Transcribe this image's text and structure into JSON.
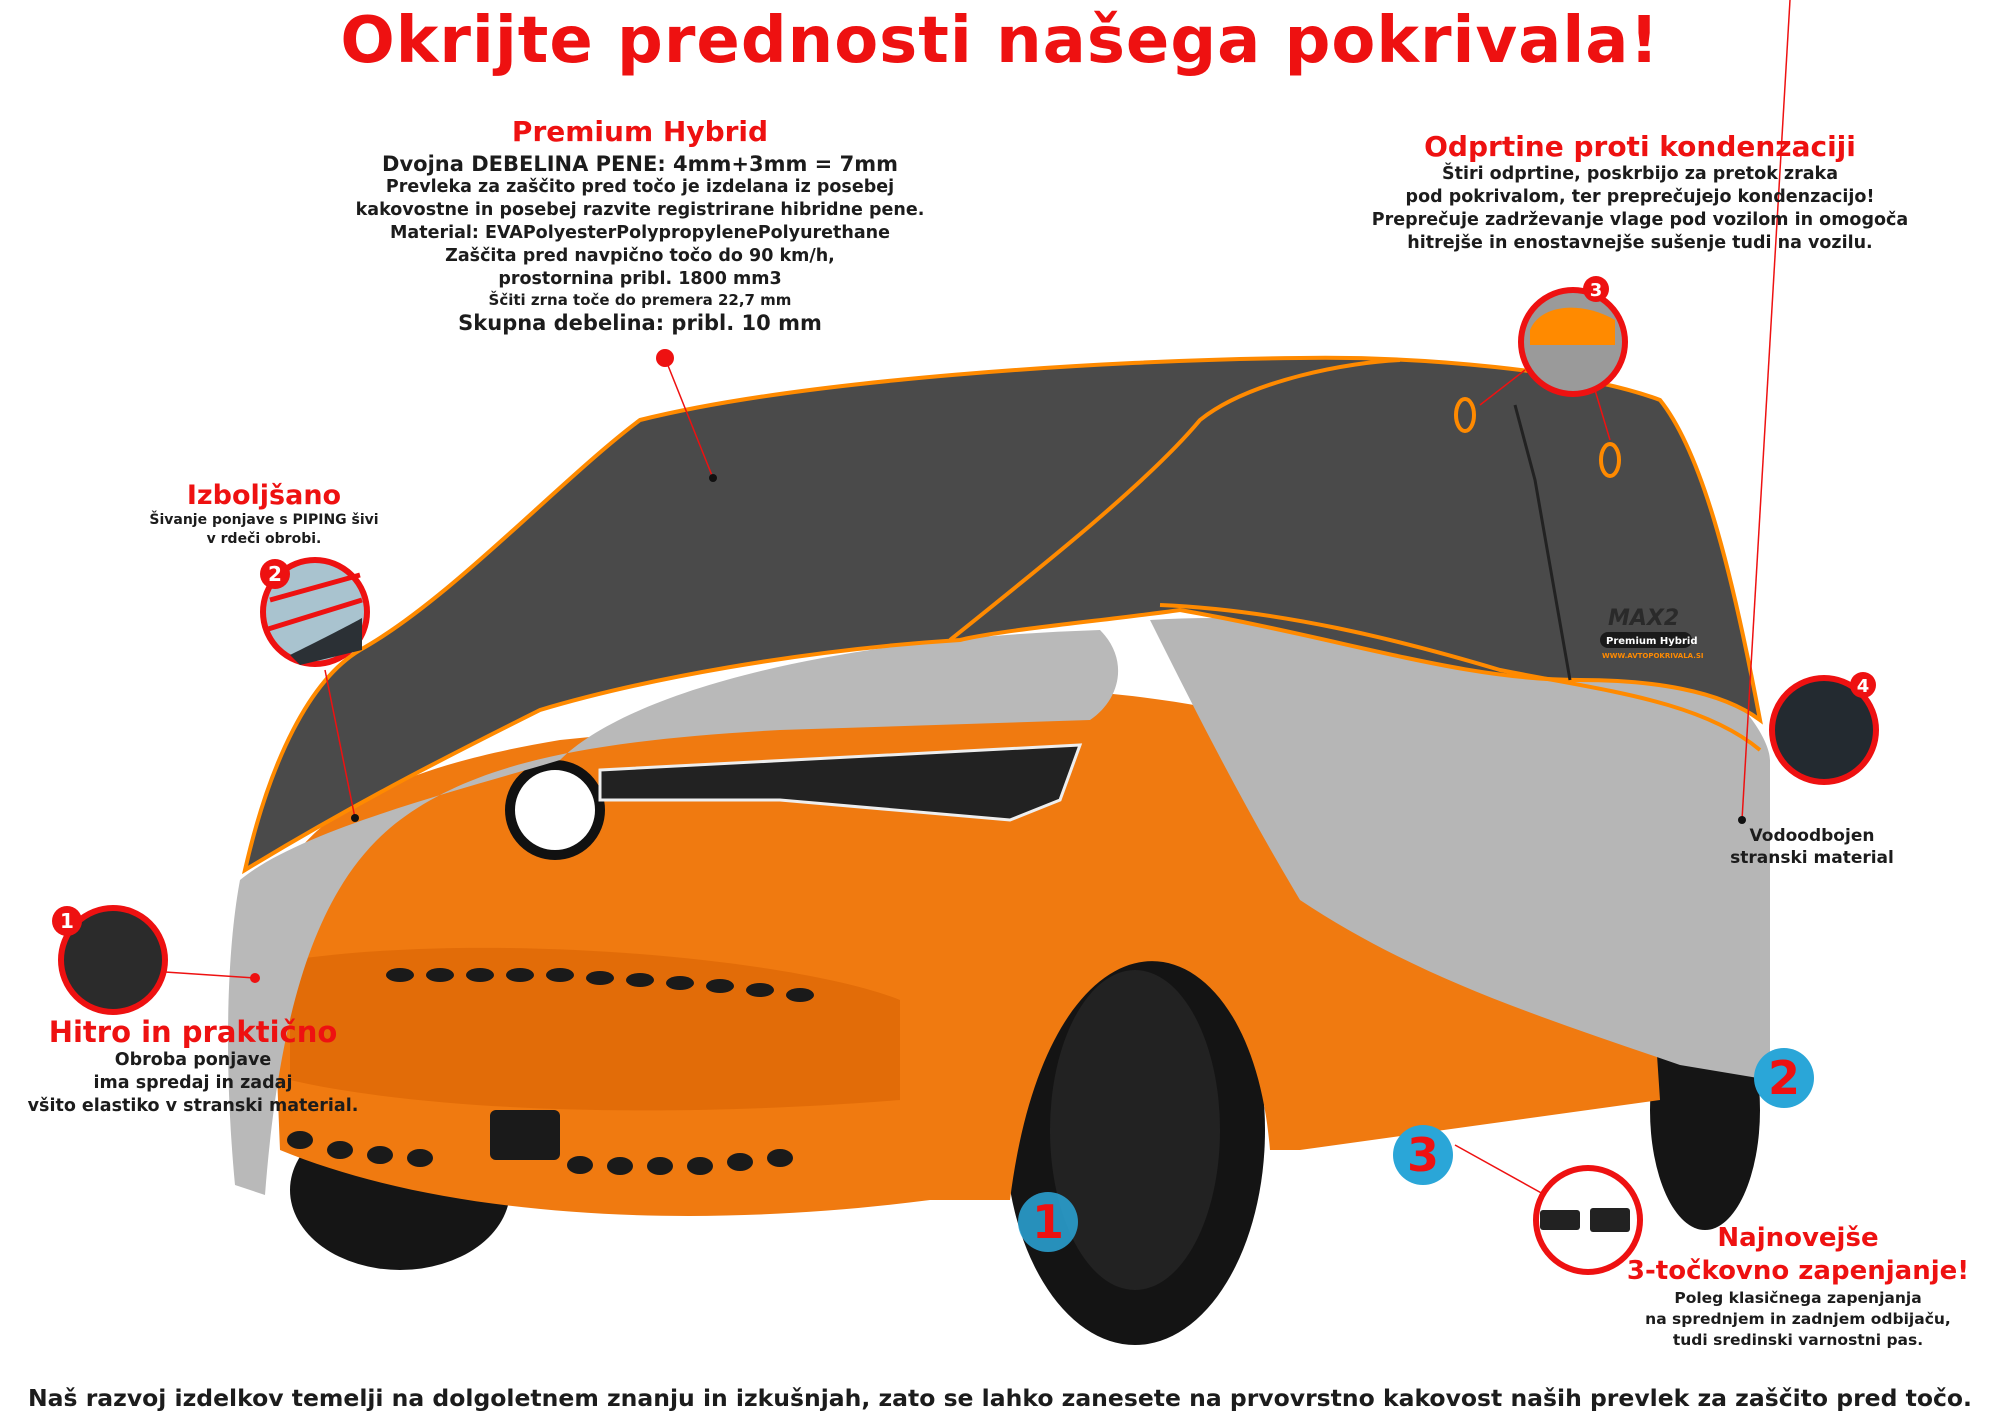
{
  "title": "Okrijte prednosti našega pokrivala!",
  "premium_hybrid": {
    "heading": "Premium Hybrid",
    "lines": [
      "Dvojna DEBELINA PENE: 4mm+3mm = 7mm",
      "Prevleka za zaščito pred točo je izdelana iz posebej",
      "kakovostne in posebej razvite registrirane hibridne pene.",
      "Material: EVAPolyesterPolypropylenePolyurethane",
      "Zaščita pred navpično točo do 90 km/h,",
      "prostornina pribl. 1800 mm3",
      "Ščiti zrna toče do premera 22,7 mm",
      "Skupna debelina: pribl. 10 mm"
    ]
  },
  "vents": {
    "heading": "Odprtine proti kondenzaciji",
    "lines": [
      "Štiri odprtine, poskrbijo za pretok zraka",
      "pod pokrivalom, ter preprečujejo kondenzacijo!",
      "Preprečuje zadrževanje vlage pod vozilom in omogoča",
      "hitrejše in enostavnejše sušenje tudi na vozilu."
    ]
  },
  "improved": {
    "heading": "Izboljšano",
    "lines": [
      "Šivanje ponjave s PIPING šivi",
      "v rdeči obrobi."
    ]
  },
  "quick": {
    "heading": "Hitro in praktično",
    "lines": [
      "Obroba ponjave",
      "ima spredaj in zadaj",
      "všito elastiko v stranski material."
    ]
  },
  "waterproof": {
    "lines": [
      "Vodoodbojen",
      "stranski material"
    ]
  },
  "fastening": {
    "heading_lines": [
      "Najnovejše",
      "3-točkovno zapenjanje!"
    ],
    "lines": [
      "Poleg klasičnega zapenjanja",
      "na sprednjem in zadnjem odbijaču,",
      "tudi sredinski varnostni pas."
    ]
  },
  "inset_badges": [
    "1",
    "2",
    "3",
    "4"
  ],
  "strap_badges": [
    "1",
    "2",
    "3"
  ],
  "logo": {
    "brand": "MAX2",
    "product": "Premium Hybrid",
    "url": "WWW.AVTOPOKRIVALA.SI"
  },
  "footer": "Naš razvoj izdelkov temelji na dolgoletnem znanju in izkušnjah, zato se lahko zanesete na prvovrstno kakovost naših prevlek za zaščito pred točo.",
  "colors": {
    "accent_red": "#ee1111",
    "cover_dark": "#4a4a4a",
    "cover_light": "#b9b9b9",
    "car_orange": "#f07a10",
    "piping_orange": "#ff8a00",
    "badge_blue": "#2aa6d8"
  }
}
